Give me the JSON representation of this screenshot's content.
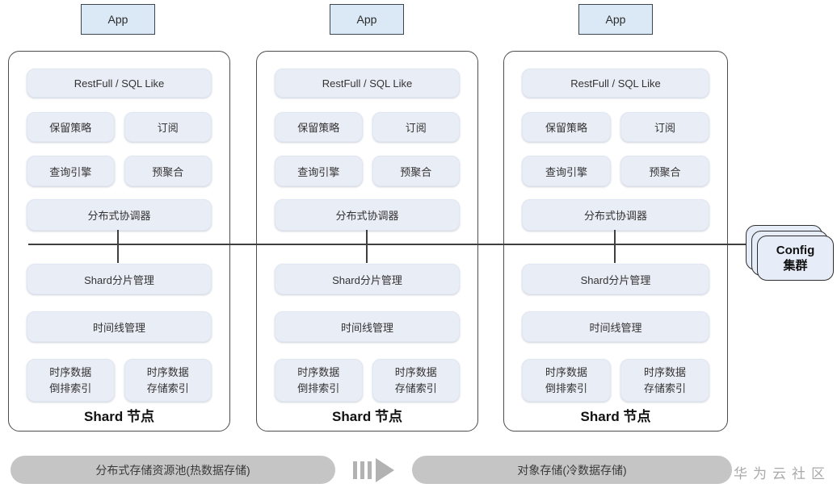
{
  "apps": [
    {
      "label": "App"
    },
    {
      "label": "App"
    },
    {
      "label": "App"
    }
  ],
  "panels": [
    {
      "api": "RestFull / SQL Like",
      "retention": "保留策略",
      "subscribe": "订阅",
      "query": "查询引擎",
      "preagg": "预聚合",
      "coordinator": "分布式协调器",
      "shard_mgmt": "Shard分片管理",
      "timeline": "时间线管理",
      "inverted_index_line1": "时序数据",
      "inverted_index_line2": "倒排索引",
      "storage_index_line1": "时序数据",
      "storage_index_line2": "存储索引",
      "title": "Shard 节点"
    },
    {
      "api": "RestFull / SQL Like",
      "retention": "保留策略",
      "subscribe": "订阅",
      "query": "查询引擎",
      "preagg": "预聚合",
      "coordinator": "分布式协调器",
      "shard_mgmt": "Shard分片管理",
      "timeline": "时间线管理",
      "inverted_index_line1": "时序数据",
      "inverted_index_line2": "倒排索引",
      "storage_index_line1": "时序数据",
      "storage_index_line2": "存储索引",
      "title": "Shard 节点"
    },
    {
      "api": "RestFull / SQL Like",
      "retention": "保留策略",
      "subscribe": "订阅",
      "query": "查询引擎",
      "preagg": "预聚合",
      "coordinator": "分布式协调器",
      "shard_mgmt": "Shard分片管理",
      "timeline": "时间线管理",
      "inverted_index_line1": "时序数据",
      "inverted_index_line2": "倒排索引",
      "storage_index_line1": "时序数据",
      "storage_index_line2": "存储索引",
      "title": "Shard 节点"
    }
  ],
  "config_cluster": {
    "line1": "Config",
    "line2": "集群"
  },
  "storage": {
    "hot": "分布式存储资源池(热数据存储)",
    "cold": "对象存储(冷数据存储)"
  },
  "watermark": "华为云社区",
  "colors": {
    "app_fill": "#dbe9f7",
    "app_border": "#3d464f",
    "panel_border": "#4d4d4d",
    "inner_box_fill": "#e9edf6",
    "bus_line": "#3f3f3f",
    "config_fill": "#e6ecf8",
    "storage_bar_fill": "#c5c5c5",
    "arrow": "#b2b2b2",
    "watermark_text": "#a9a9a9"
  }
}
